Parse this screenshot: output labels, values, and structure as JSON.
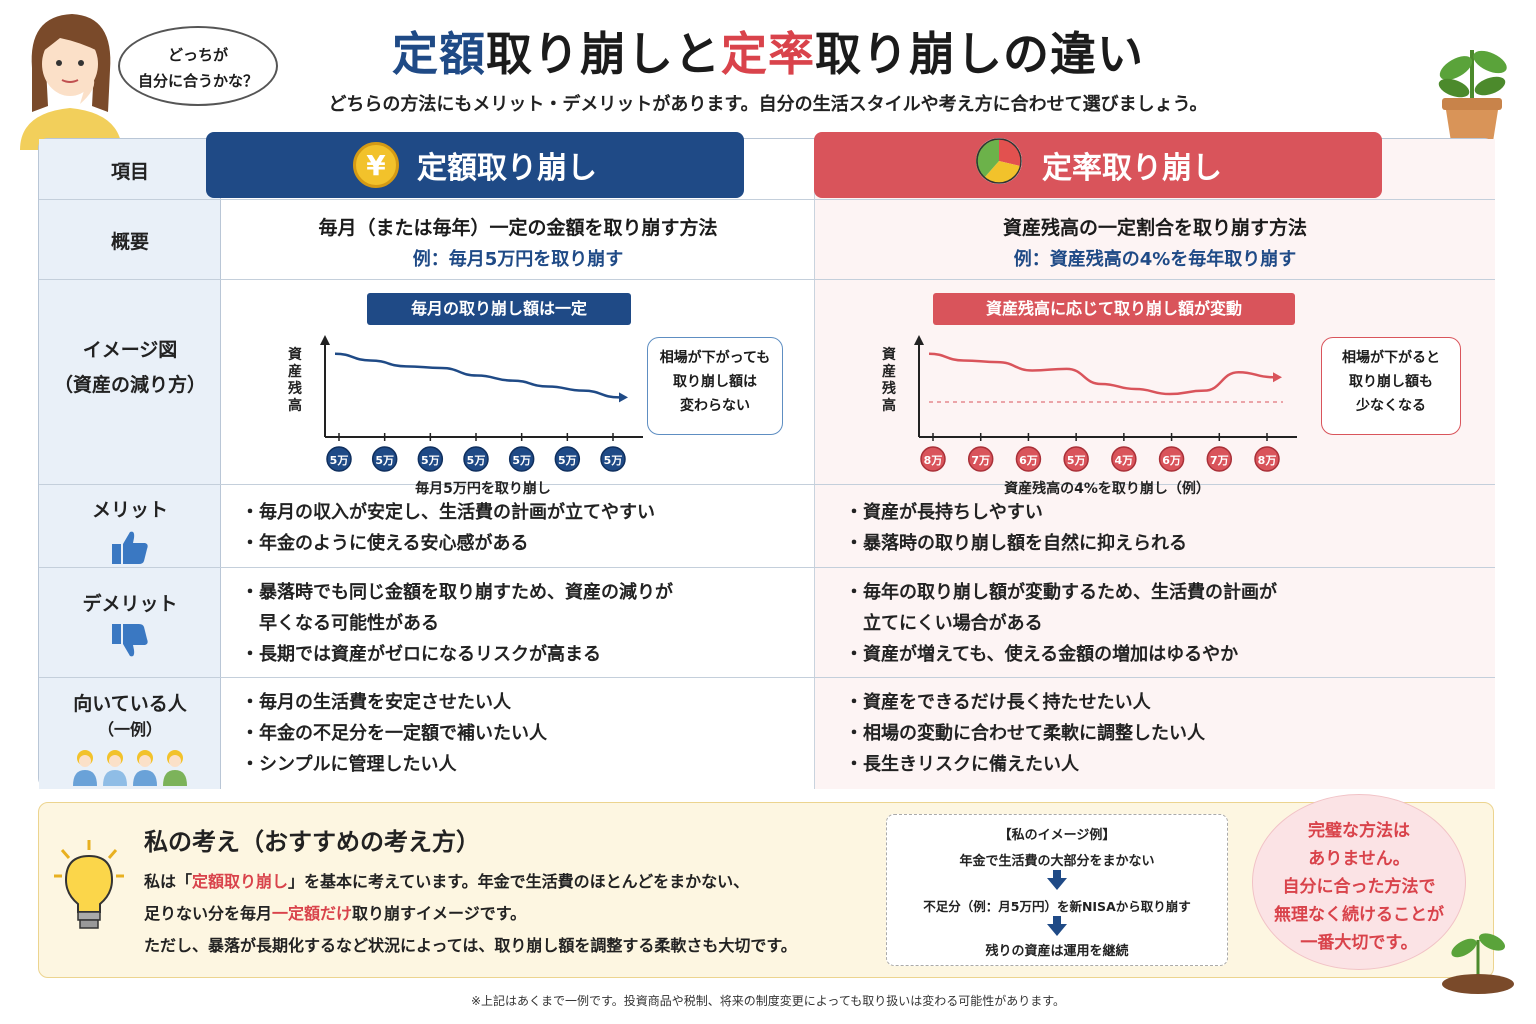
{
  "header": {
    "title_part1": "定額",
    "title_part2": "取り崩しと",
    "title_part3": "定率",
    "title_part4": "取り崩しの違い",
    "subtitle": "どちらの方法にもメリット・デメリットがあります。自分の生活スタイルや考え方に合わせて選びましょう。",
    "bubble_line1": "どっちが",
    "bubble_line2": "自分に合うかな？"
  },
  "table": {
    "label_item": "項目",
    "label_summary": "概要",
    "label_image_1": "イメージ図",
    "label_image_2": "（資産の減り方）",
    "label_merit": "メリット",
    "label_demerit": "デメリット",
    "label_suited_1": "向いている人",
    "label_suited_2": "（一例）",
    "fixed": {
      "heading": "定額取り崩し",
      "icon": "¥",
      "summary": "毎月（または毎年）一定の金額を取り崩す方法",
      "example": "例：毎月5万円を取り崩す",
      "chart_tag": "毎月の取り崩し額は一定",
      "callout_1": "相場が下がっても",
      "callout_2": "取り崩し額は",
      "callout_3": "変わらない",
      "merits": [
        "・毎月の収入が安定し、生活費の計画が立てやすい",
        "・年金のように使える安心感がある"
      ],
      "demerits": [
        "・暴落時でも同じ金額を取り崩すため、資産の減りが",
        "　早くなる可能性がある",
        "・長期では資産がゼロになるリスクが高まる"
      ],
      "suited": [
        "・毎月の生活費を安定させたい人",
        "・年金の不足分を一定額で補いたい人",
        "・シンプルに管理したい人"
      ]
    },
    "rate": {
      "heading": "定率取り崩し",
      "summary": "資産残高の一定割合を取り崩す方法",
      "example": "例：資産残高の4%を毎年取り崩す",
      "chart_tag": "資産残高に応じて取り崩し額が変動",
      "callout_1": "相場が下がると",
      "callout_2": "取り崩し額も",
      "callout_3": "少なくなる",
      "merits": [
        "・資産が長持ちしやすい",
        "・暴落時の取り崩し額を自然に抑えられる"
      ],
      "demerits": [
        "・毎年の取り崩し額が変動するため、生活費の計画が",
        "　立てにくい場合がある",
        "・資産が増えても、使える金額の増加はゆるやか"
      ],
      "suited": [
        "・資産をできるだけ長く持たせたい人",
        "・相場の変動に合わせて柔軟に調整したい人",
        "・長生きリスクに備えたい人"
      ]
    }
  },
  "chart_data": [
    {
      "type": "line",
      "ylabel": "資産残高",
      "xlabel": "毎月5万円を取り崩し",
      "categories": [
        "5万",
        "5万",
        "5万",
        "5万",
        "5万",
        "5万",
        "5万"
      ],
      "series": [
        {
          "values": [
            92,
            84,
            77,
            75,
            66,
            60,
            53,
            48,
            40
          ]
        }
      ],
      "ylim": [
        0,
        100
      ],
      "color": "#1f4a86"
    },
    {
      "type": "line",
      "ylabel": "資産残高",
      "xlabel": "資産残高の4%を取り崩し（例）",
      "categories": [
        "8万",
        "7万",
        "6万",
        "5万",
        "4万",
        "6万",
        "7万",
        "8万"
      ],
      "series": [
        {
          "values": [
            92,
            84,
            82,
            72,
            74,
            56,
            50,
            44,
            48,
            70,
            64
          ]
        }
      ],
      "ylim": [
        0,
        100
      ],
      "color": "#d9545b"
    }
  ],
  "opinion": {
    "title": "私の考え（おすすめの考え方）",
    "line1_pre": "私は「",
    "line1_hl": "定額取り崩し",
    "line1_post": "」を基本に考えています。年金で生活費のほとんどをまかない、",
    "line2_pre": "足りない分を毎月",
    "line2_hl": "一定額だけ",
    "line2_post": "取り崩すイメージです。",
    "line3": "ただし、暴落が長期化するなど状況によっては、取り崩し額を調整する柔軟さも大切です。"
  },
  "example_box": {
    "title": "【私のイメージ例】",
    "step1": "年金で生活費の大部分をまかない",
    "step2": "不足分（例：月5万円）を新NISAから取り崩す",
    "step3": "残りの資産は運用を継続"
  },
  "advice": {
    "line1": "完璧な方法は",
    "line2": "ありません。",
    "line3": "自分に合った方法で",
    "line4": "無理なく続けることが",
    "line5": "一番大切です。"
  },
  "footnote": "※上記はあくまで一例です。投資商品や税制、将来の制度変更によっても取り扱いは変わる可能性があります。",
  "colors": {
    "blue": "#1f4a86",
    "red": "#d9434b",
    "cream": "#fdf6e1"
  }
}
